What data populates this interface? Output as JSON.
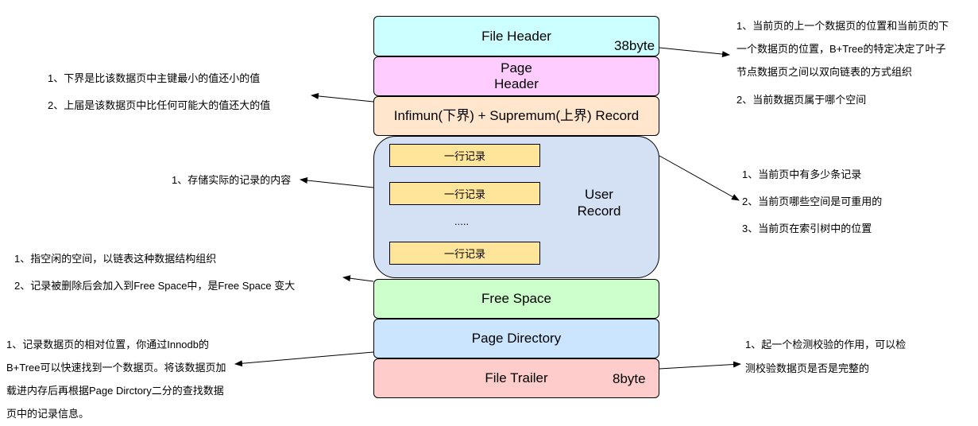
{
  "blocks": {
    "file_header": {
      "label": "File Header",
      "size": "38byte",
      "color": "#ccffff"
    },
    "page_header": {
      "line1": "Page",
      "line2": "Header",
      "color": "#ffccff"
    },
    "infimum": {
      "label": "Infimun(下界) + Supremum(上界) Record",
      "color": "#ffe6cc"
    },
    "user_record": {
      "line1": "User",
      "line2": "Record",
      "color": "#d4e1f5",
      "rows": [
        "一行记录",
        "一行记录",
        "一行记录"
      ],
      "ellipsis": "....."
    },
    "free_space": {
      "label": "Free Space",
      "color": "#ccffcc"
    },
    "page_directory": {
      "label": "Page Directory",
      "color": "#cce5ff"
    },
    "file_trailer": {
      "label": "File Trailer",
      "size": "8byte",
      "color": "#ffcccc"
    }
  },
  "notes": {
    "infimum": [
      "1、下界是比该数据页中主键最小的值还小的值",
      "2、上届是该数据页中比任何可能大的值还大的值"
    ],
    "user_record": [
      "1、存储实际的记录的内容"
    ],
    "free_space": [
      "1、指空闲的空间，以链表这种数据结构组织",
      "2、记录被删除后会加入到Free Space中，是Free Space 变大"
    ],
    "page_directory": [
      "1、记录数据页的相对位置，你通过Innodb的",
      "B+Tree可以快速找到一个数据页。将该数据页加",
      "载进内存后再根据Page Dirctory二分的查找数据",
      "页中的记录信息。"
    ],
    "file_header": [
      "1、当前页的上一个数据页的位置和当前页的下",
      "一个数据页的位置，B+Tree的特定决定了叶子",
      "节点数据页之间以双向链表的方式组织",
      "2、当前数据页属于哪个空间"
    ],
    "page_header": [
      "1、当前页中有多少条记录",
      "2、当前页哪些空间是可重用的",
      "3、当前页在索引树中的位置"
    ],
    "file_trailer": [
      "1、起一个检测校验的作用，可以检",
      "测校验数据页是否是完整的"
    ]
  }
}
